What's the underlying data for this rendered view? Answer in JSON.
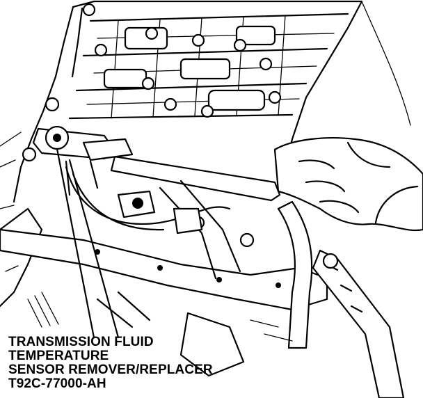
{
  "figure": {
    "caption_lines": [
      "TRANSMISSION FLUID",
      "TEMPERATURE",
      "SENSOR REMOVER/REPLACER",
      "T92C-77000-AH"
    ]
  },
  "style": {
    "ink": "#000000",
    "background": "#ffffff"
  }
}
